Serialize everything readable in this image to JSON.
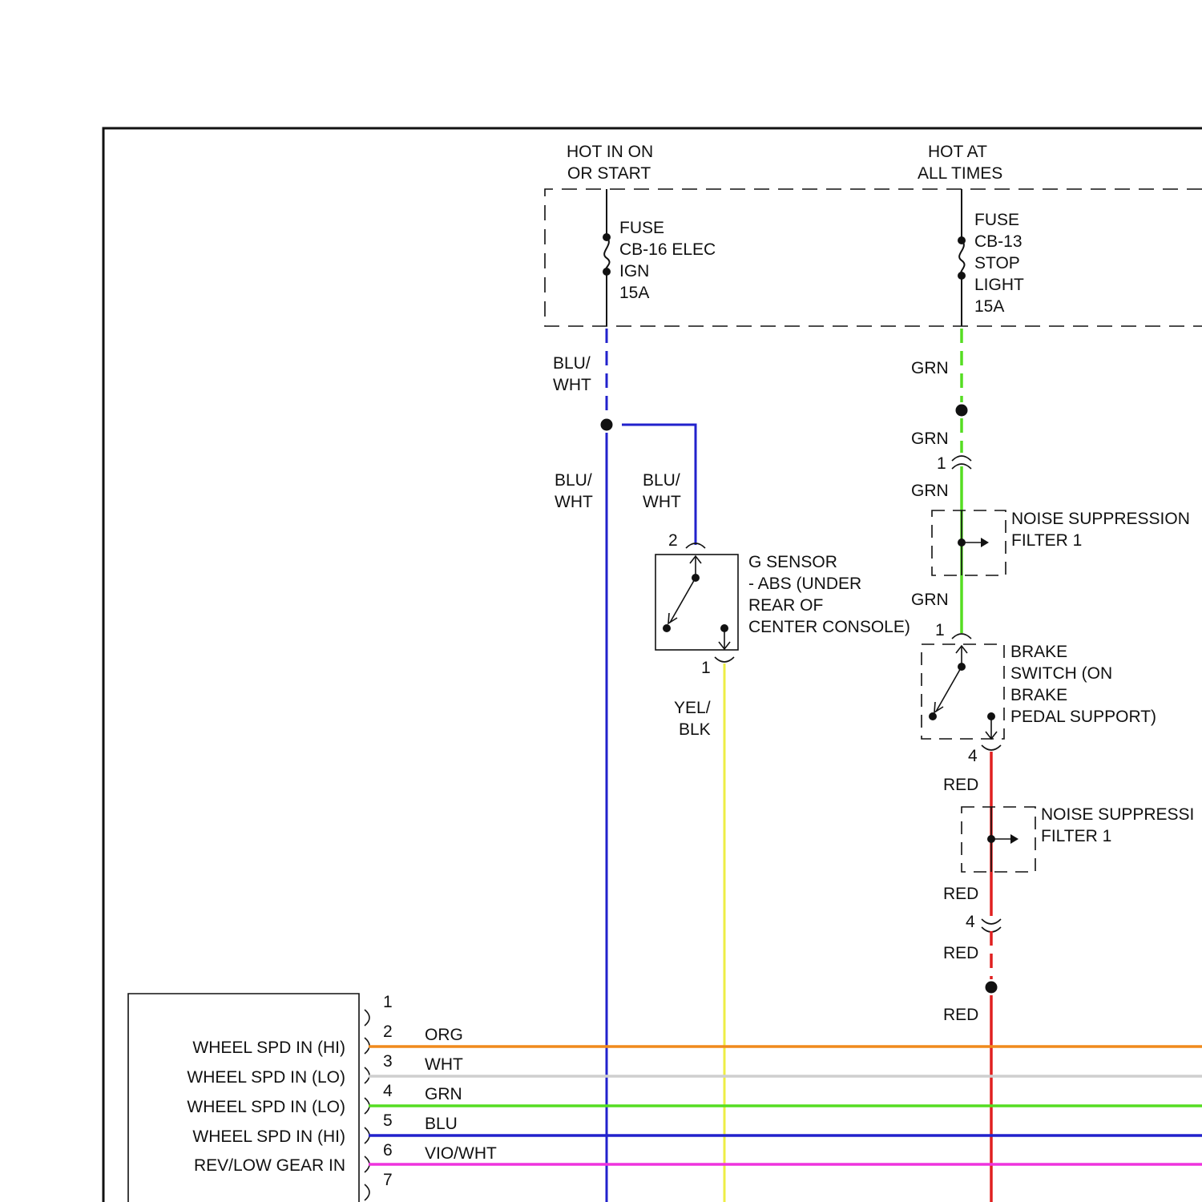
{
  "power": {
    "ign": [
      "HOT IN ON",
      "OR START"
    ],
    "batt": [
      "HOT AT",
      "ALL TIMES"
    ]
  },
  "fuses": {
    "ign": [
      "FUSE",
      "CB-16 ELEC",
      "IGN",
      "15A"
    ],
    "stop": [
      "FUSE",
      "CB-13",
      "STOP",
      "LIGHT",
      "15A"
    ]
  },
  "components": {
    "g_sensor": [
      "G SENSOR",
      "- ABS (UNDER",
      "REAR OF",
      "CENTER CONSOLE)"
    ],
    "filter_top": [
      "NOISE SUPPRESSION",
      "FILTER 1"
    ],
    "filter_bottom": [
      "NOISE SUPPRESSI",
      "FILTER 1"
    ],
    "brake_switch": [
      "BRAKE",
      "SWITCH (ON",
      "BRAKE",
      "PEDAL SUPPORT)"
    ]
  },
  "wire_labels": {
    "blu_wht_a": [
      "BLU/",
      "WHT"
    ],
    "blu_wht_b": [
      "BLU/",
      "WHT"
    ],
    "blu_wht_c": [
      "BLU/",
      "WHT"
    ],
    "yel_blk": [
      "YEL/",
      "BLK"
    ],
    "grn": [
      "GRN",
      "GRN",
      "GRN",
      "GRN"
    ],
    "red": [
      "RED",
      "RED",
      "RED",
      "RED"
    ]
  },
  "pins": {
    "g_sensor_top": "2",
    "g_sensor_bottom": "1",
    "grn_conn": "1",
    "brake_top": "1",
    "brake_bottom": "4",
    "red_conn": "4"
  },
  "module": {
    "pin_numbers": [
      "1",
      "2",
      "3",
      "4",
      "5",
      "6",
      "7"
    ],
    "pin_labels": [
      "WHEEL SPD IN (HI)",
      "WHEEL SPD IN (LO)",
      "WHEEL SPD IN (LO)",
      "WHEEL SPD IN (HI)",
      "REV/LOW GEAR IN"
    ],
    "bus_wires": [
      "ORG",
      "WHT",
      "GRN",
      "BLU",
      "VIO/WHT"
    ]
  },
  "colors": {
    "blue": "#2222cc",
    "green": "#55dd22",
    "red": "#e02020",
    "yellow": "#eeee44",
    "orange": "#f08a1c",
    "white_wire": "#cfcfcf",
    "violet": "#ee33dd",
    "line": "#111111"
  }
}
